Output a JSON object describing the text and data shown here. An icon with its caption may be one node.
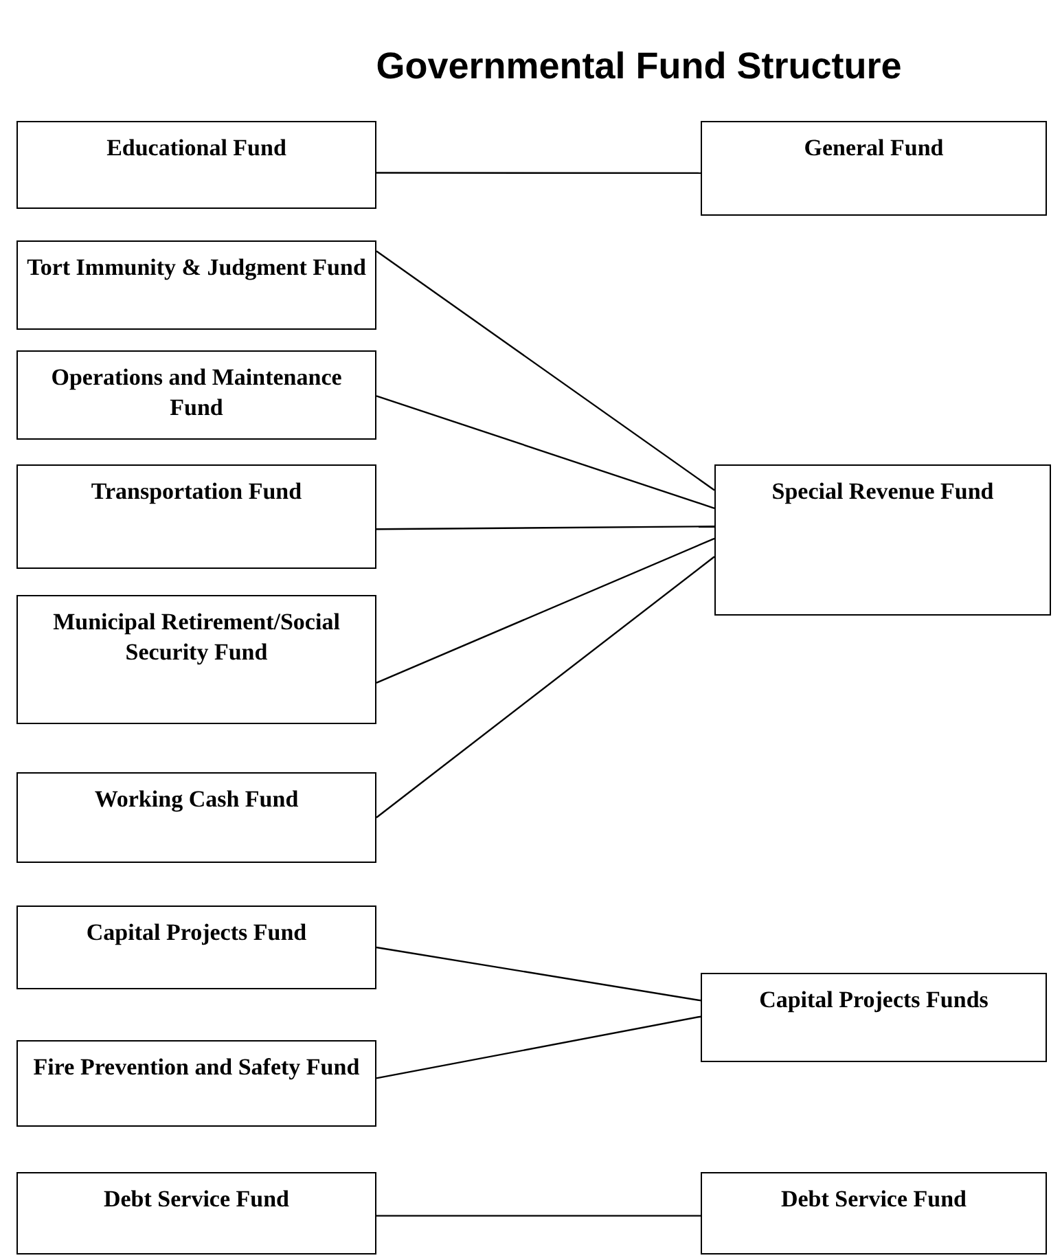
{
  "diagram": {
    "title": "Governmental Fund Structure",
    "nodes": [
      {
        "text": [
          "Educational Fund"
        ]
      },
      {
        "text": [
          "General Fund"
        ]
      },
      {
        "text": [
          "Tort Immunity & Judgment Fund"
        ]
      },
      {
        "text": [
          "Operations and Maintenance Fund"
        ]
      },
      {
        "text": [
          "Transportation Fund"
        ]
      },
      {
        "text": [
          "Special Revenue Fund"
        ]
      },
      {
        "text": [
          "Municipal Retirement/Social Security Fund"
        ]
      },
      {
        "text": [
          "Working Cash Fund"
        ]
      },
      {
        "text": [
          "Capital Projects Fund"
        ]
      },
      {
        "text": [
          "Capital Projects Funds"
        ]
      },
      {
        "text": [
          "Fire Prevention and Safety Fund"
        ]
      },
      {
        "text": [
          "Debt Service Fund"
        ]
      },
      {
        "text": [
          "Debt Service Fund"
        ]
      }
    ],
    "edges": [
      {
        "from": 0,
        "to": 1,
        "arrow": "none"
      },
      {
        "from": 2,
        "to": 5,
        "arrow": "none"
      },
      {
        "from": 3,
        "to": 5,
        "arrow": "none"
      },
      {
        "from": 4,
        "to": 5,
        "arrow": "none"
      },
      {
        "from": 6,
        "to": 5,
        "arrow": "none"
      },
      {
        "from": 7,
        "to": 5,
        "arrow": "none"
      },
      {
        "from": 8,
        "to": 9,
        "arrow": "none"
      },
      {
        "from": 10,
        "to": 9,
        "arrow": "none"
      },
      {
        "from": 11,
        "to": 12,
        "arrow": "none"
      }
    ]
  }
}
